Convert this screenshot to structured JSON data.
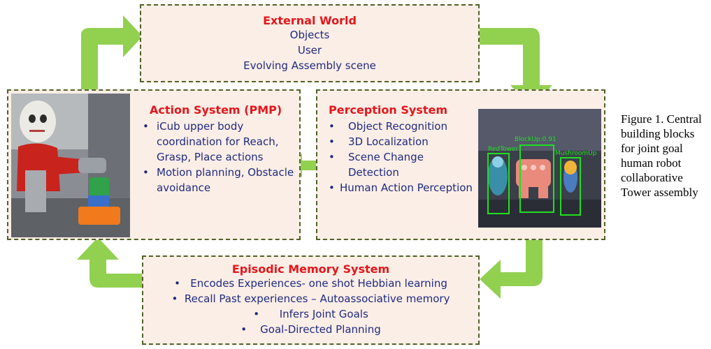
{
  "external_world": {
    "title": "External World",
    "lines": [
      "Objects",
      "User",
      "Evolving Assembly scene"
    ]
  },
  "action_system": {
    "title": "Action System (PMP)",
    "bullets": [
      "iCub upper body coordination  for Reach, Grasp, Place actions",
      "Motion planning, Obstacle avoidance"
    ]
  },
  "perception_system": {
    "title": "Perception System",
    "bullets": [
      "Object Recognition",
      "3D Localization",
      "Scene Change Detection",
      "Human Action Perception"
    ],
    "detection_labels": [
      "RedTower",
      "BlockUp:0.91",
      "MushroomUp"
    ]
  },
  "memory_system": {
    "title": "Episodic Memory System",
    "bullets": [
      "Encodes Experiences- one shot Hebbian learning",
      "Recall Past experiences – Autoassociative memory",
      "Infers Joint Goals",
      "Goal-Directed Planning"
    ]
  },
  "caption": "Figure 1. Central building blocks for joint goal human robot collaborative Tower assembly",
  "colors": {
    "arrow": "#92d050",
    "title": "#e4161b",
    "text": "#1f2a80",
    "box_fill": "#fbeee6",
    "box_border": "#4f6128"
  }
}
